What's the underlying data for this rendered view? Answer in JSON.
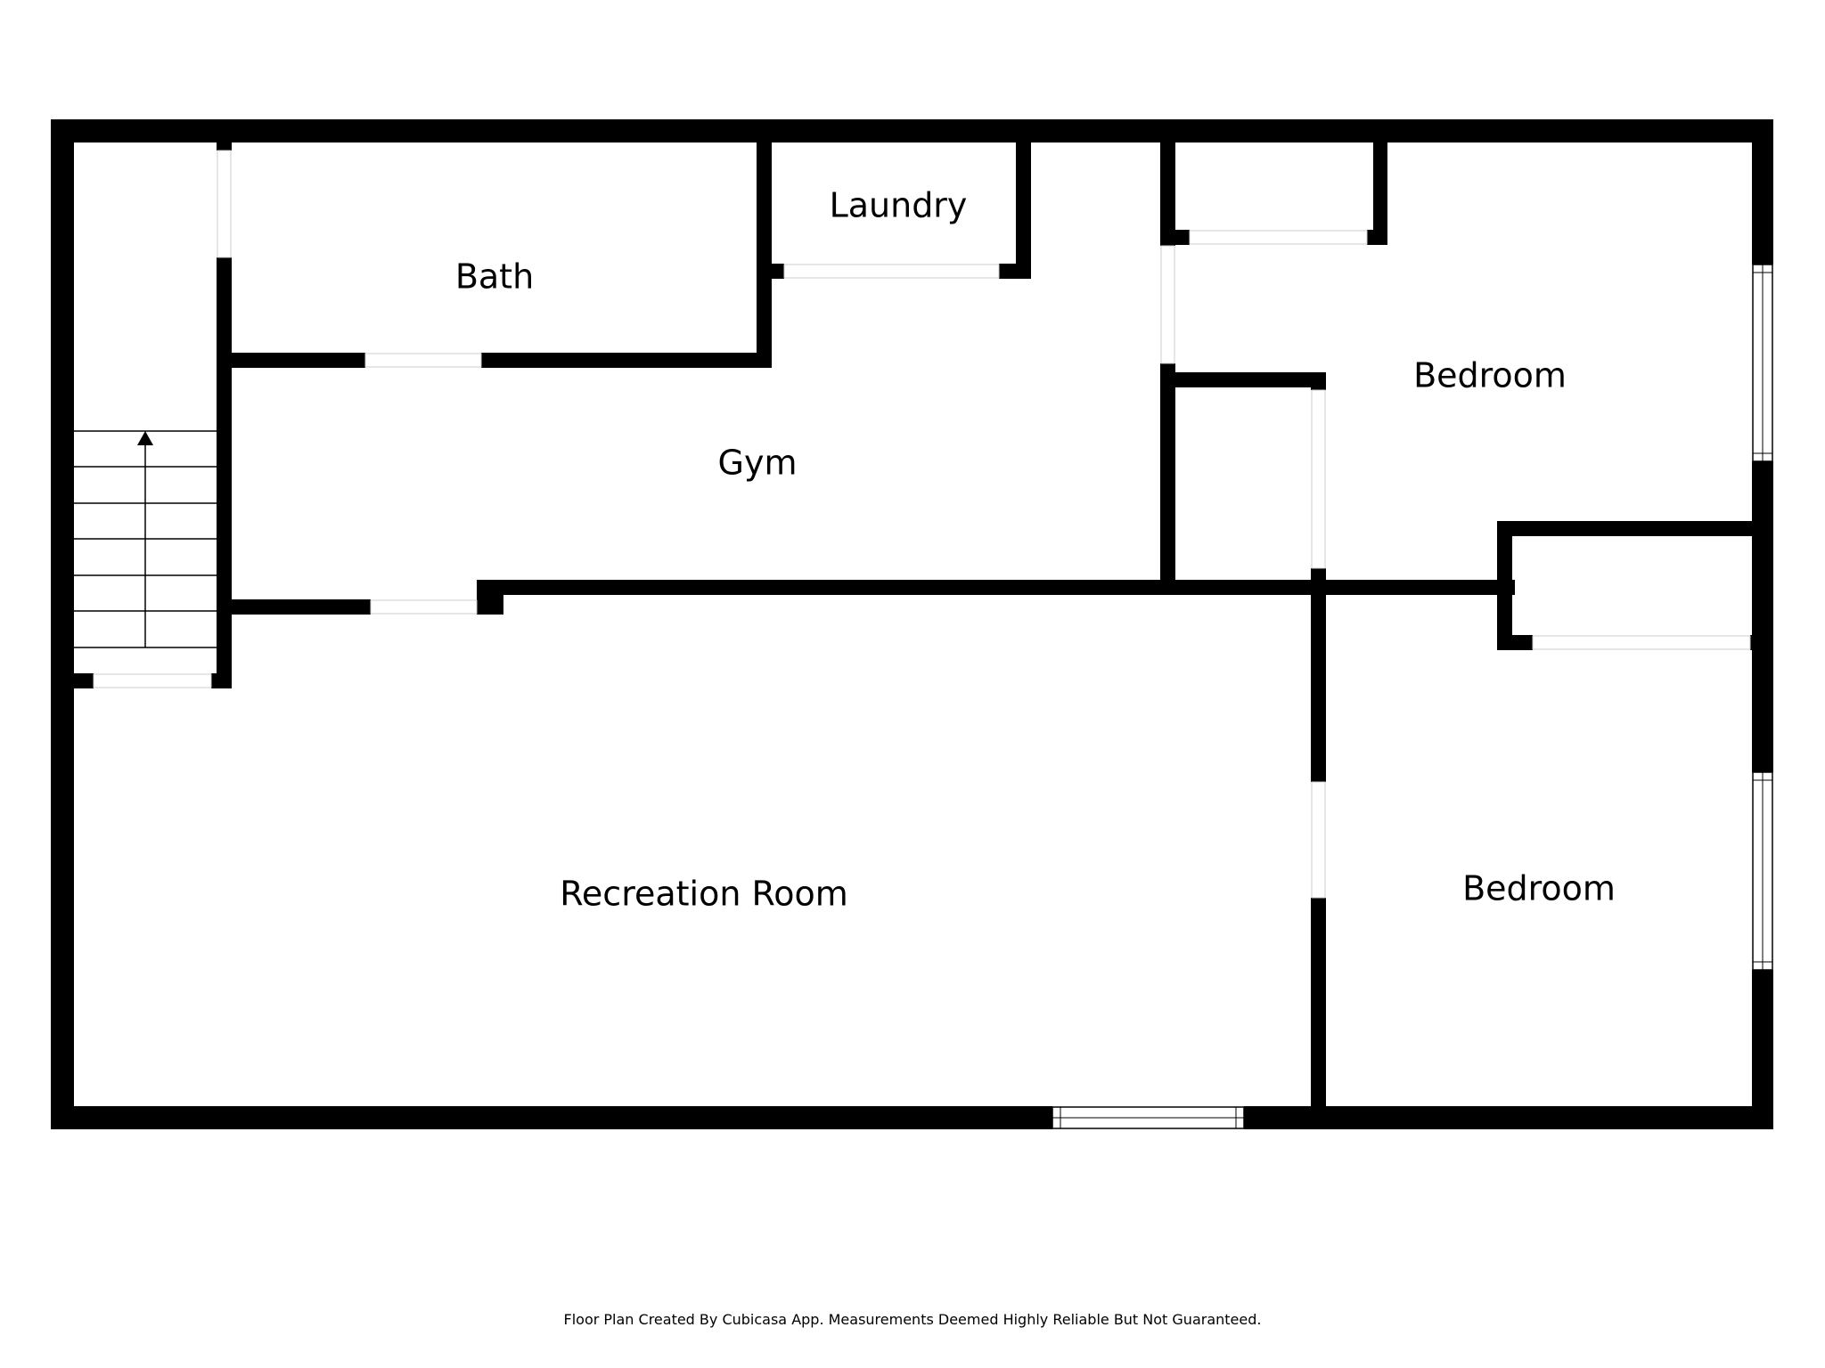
{
  "colors": {
    "wall": "#000000",
    "background": "#ffffff",
    "opening_line": "#cccccc"
  },
  "rooms": {
    "bath": "Bath",
    "laundry": "Laundry",
    "gym": "Gym",
    "bedroom_upper": "Bedroom",
    "bedroom_lower": "Bedroom",
    "recreation_room": "Recreation Room"
  },
  "footer": {
    "disclaimer": "Floor Plan Created By Cubicasa App. Measurements Deemed Highly Reliable But Not Guaranteed."
  }
}
